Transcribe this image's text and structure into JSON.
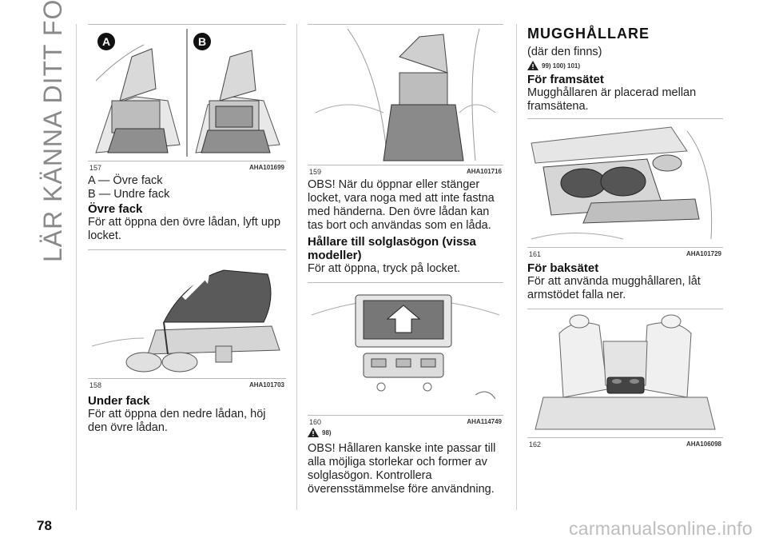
{
  "side_title": "LÄR KÄNNA DITT FORDON",
  "page_number": "78",
  "watermark": "carmanualsonline.info",
  "col1": {
    "fig157": {
      "num": "157",
      "code": "AHA101699",
      "badge_a": "A",
      "badge_b": "B"
    },
    "legend_a": "A — Övre fack",
    "legend_b": "B — Undre fack",
    "h_ovre": "Övre fack",
    "p_ovre": "För att öppna den övre lådan, lyft upp locket.",
    "fig158": {
      "num": "158",
      "code": "AHA101703"
    },
    "h_under": "Under fack",
    "p_under": "För att öppna den nedre lådan, höj den övre lådan."
  },
  "col2": {
    "fig159": {
      "num": "159",
      "code": "AHA101716"
    },
    "p_obs1": "OBS! När du öppnar eller stänger locket, vara noga med att inte fastna med händerna. Den övre lådan kan tas bort och användas som en låda.",
    "h_glas": "Hållare till solglasögon (vissa modeller)",
    "p_glas": "För att öppna, tryck på locket.",
    "fig160": {
      "num": "160",
      "code": "AHA114749"
    },
    "warn_ref": "98)",
    "p_obs2": "OBS! Hållaren kanske inte passar till alla möjliga storlekar och former av solglasögon. Kontrollera överensstämmelse före användning."
  },
  "col3": {
    "h_mugg": "MUGGHÅLLARE",
    "p_finns": "(där den finns)",
    "warn_refs": "99)  100)  101)",
    "h_fram": "För framsätet",
    "p_fram": "Mugghållaren är placerad mellan framsätena.",
    "fig161": {
      "num": "161",
      "code": "AHA101729"
    },
    "h_bak": "För baksätet",
    "p_bak": "För att använda mugghållaren, låt armstödet falla ner.",
    "fig162": {
      "num": "162",
      "code": "AHA106098"
    }
  }
}
